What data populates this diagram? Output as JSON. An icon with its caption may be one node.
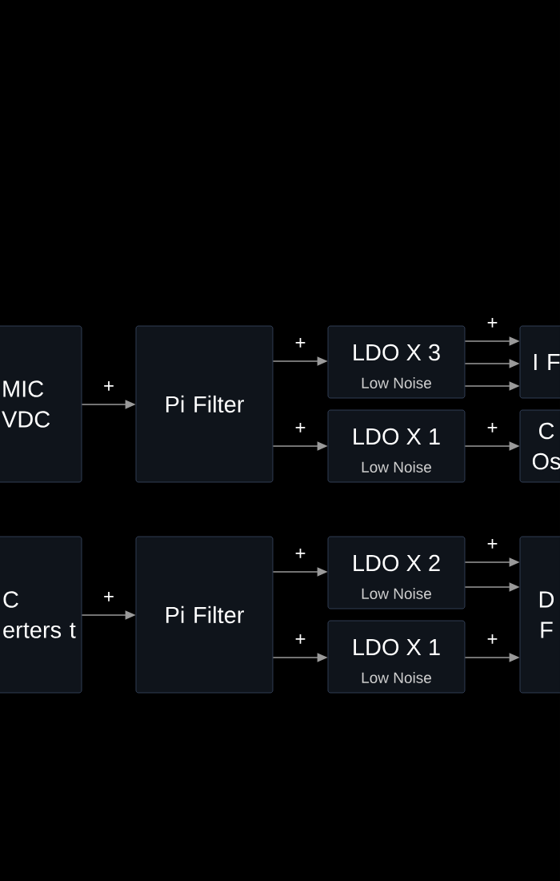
{
  "diagram": {
    "nodes": [
      {
        "text": [
          "MIC VDC"
        ]
      },
      {
        "text": [
          "Pi Filter"
        ]
      },
      {
        "text": [
          "LDO X 3",
          "Low Noise"
        ]
      },
      {
        "text": [
          "LDO X 1",
          "Low Noise"
        ]
      },
      {
        "text": [
          "I F"
        ]
      },
      {
        "text": [
          "C Os"
        ]
      },
      {
        "text": [
          "C erters t"
        ]
      },
      {
        "text": [
          "Pi Filter"
        ]
      },
      {
        "text": [
          "LDO X 2",
          "Low Noise"
        ]
      },
      {
        "text": [
          "LDO X 1",
          "Low Noise"
        ]
      },
      {
        "text": [
          "D F"
        ]
      }
    ],
    "edges": [
      {
        "from": 0,
        "to": 1,
        "arrow": "to",
        "label": "+"
      },
      {
        "from": 1,
        "to": 2,
        "arrow": "to",
        "label": "+"
      },
      {
        "from": 1,
        "to": 3,
        "arrow": "to",
        "label": "+"
      },
      {
        "from": 2,
        "to": 4,
        "arrow": "to",
        "label": "+"
      },
      {
        "from": 2,
        "to": 4,
        "arrow": "to"
      },
      {
        "from": 2,
        "to": 4,
        "arrow": "to"
      },
      {
        "from": 3,
        "to": 5,
        "arrow": "to",
        "label": "+"
      },
      {
        "from": 6,
        "to": 7,
        "arrow": "to",
        "label": "+"
      },
      {
        "from": 7,
        "to": 8,
        "arrow": "to",
        "label": "+"
      },
      {
        "from": 7,
        "to": 9,
        "arrow": "to",
        "label": "+"
      },
      {
        "from": 8,
        "to": 10,
        "arrow": "to",
        "label": "+"
      },
      {
        "from": 8,
        "to": 10,
        "arrow": "to"
      },
      {
        "from": 9,
        "to": 10,
        "arrow": "to",
        "label": "+"
      }
    ]
  }
}
